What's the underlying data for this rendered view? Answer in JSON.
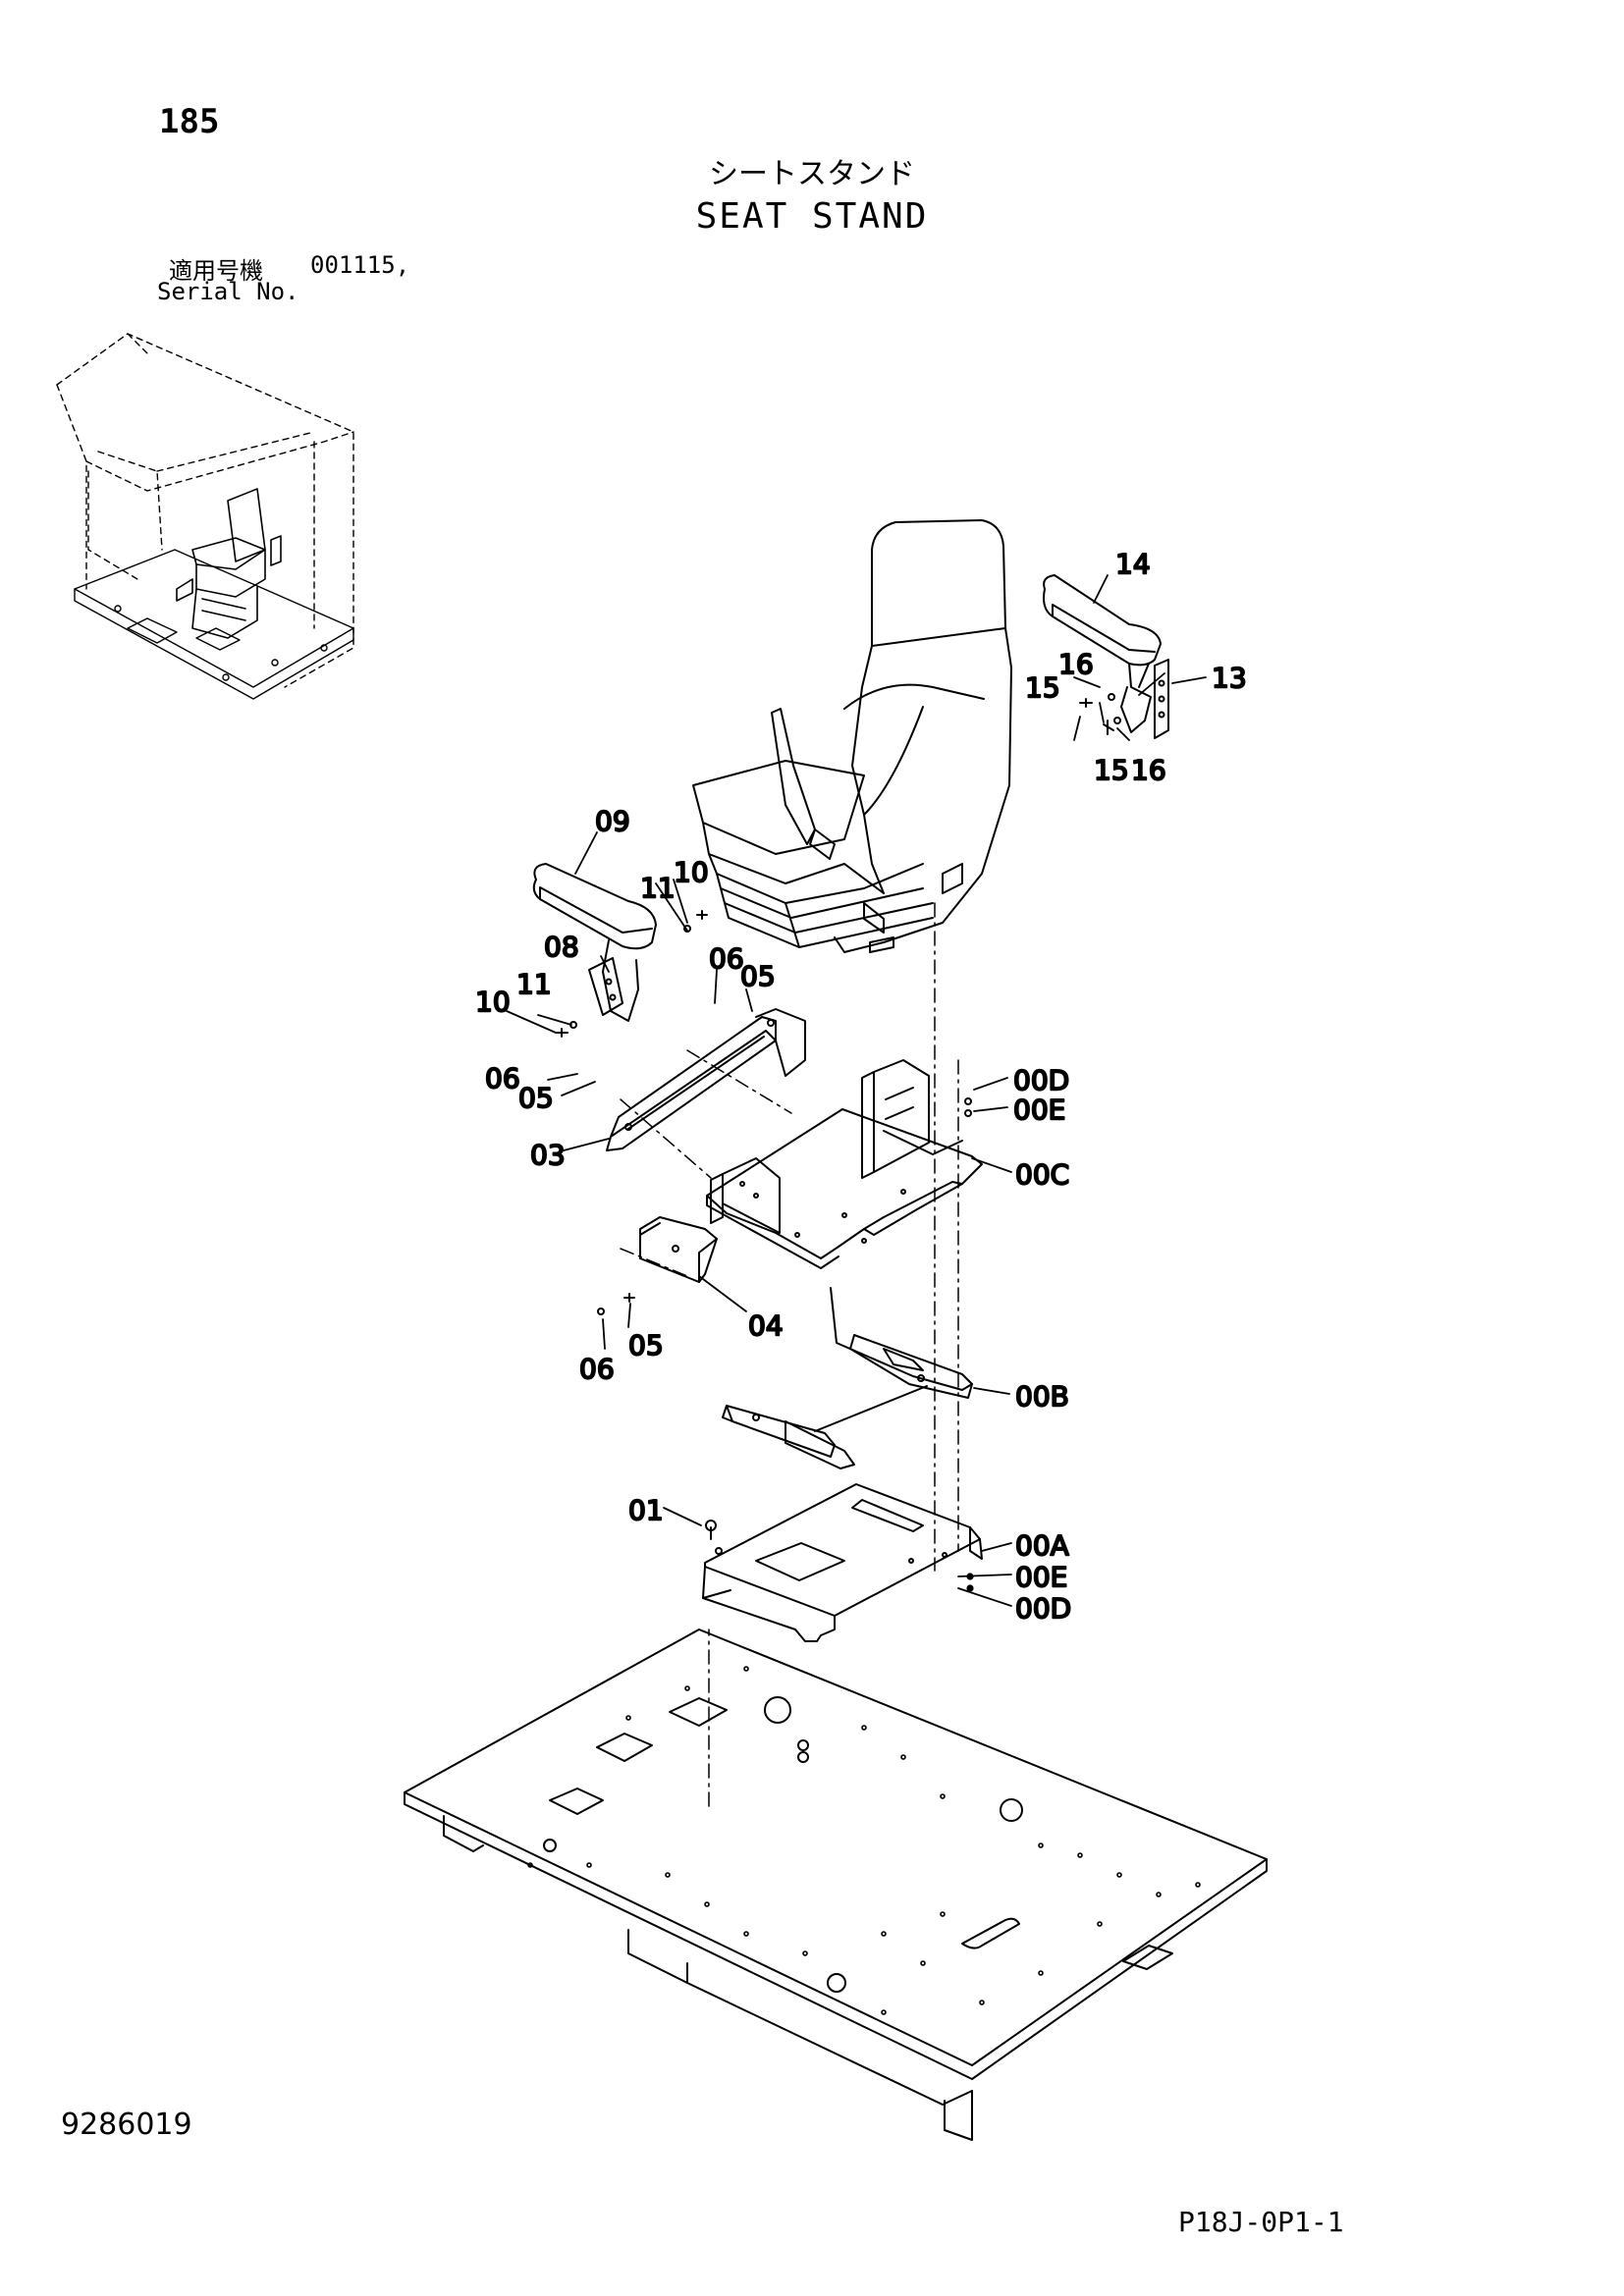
{
  "header": {
    "page_number": "185",
    "title_jp": "シートスタンド",
    "title_en": "SEAT STAND",
    "serial_label_jp": "適用号機",
    "serial_value": "001115,",
    "serial_label_en": "Serial No."
  },
  "footer": {
    "doc_number": "9286019",
    "code": "P18J-0P1-1"
  },
  "callouts": {
    "c14": "14",
    "c16a": "16",
    "c15a": "15",
    "c13": "13",
    "c15b": "15",
    "c16b": "16",
    "c09": "09",
    "c10a": "10",
    "c11a": "11",
    "c08": "08",
    "c06a": "06",
    "c05a": "05",
    "c11b": "11",
    "c10b": "10",
    "c06b": "06",
    "c05b": "05",
    "c03": "03",
    "c00D_a": "00D",
    "c00E_a": "00E",
    "c00C": "00C",
    "c05c": "05",
    "c06c": "06",
    "c04": "04",
    "c00B": "00B",
    "c01": "01",
    "c00A": "00A",
    "c00E_b": "00E",
    "c00D_b": "00D"
  }
}
